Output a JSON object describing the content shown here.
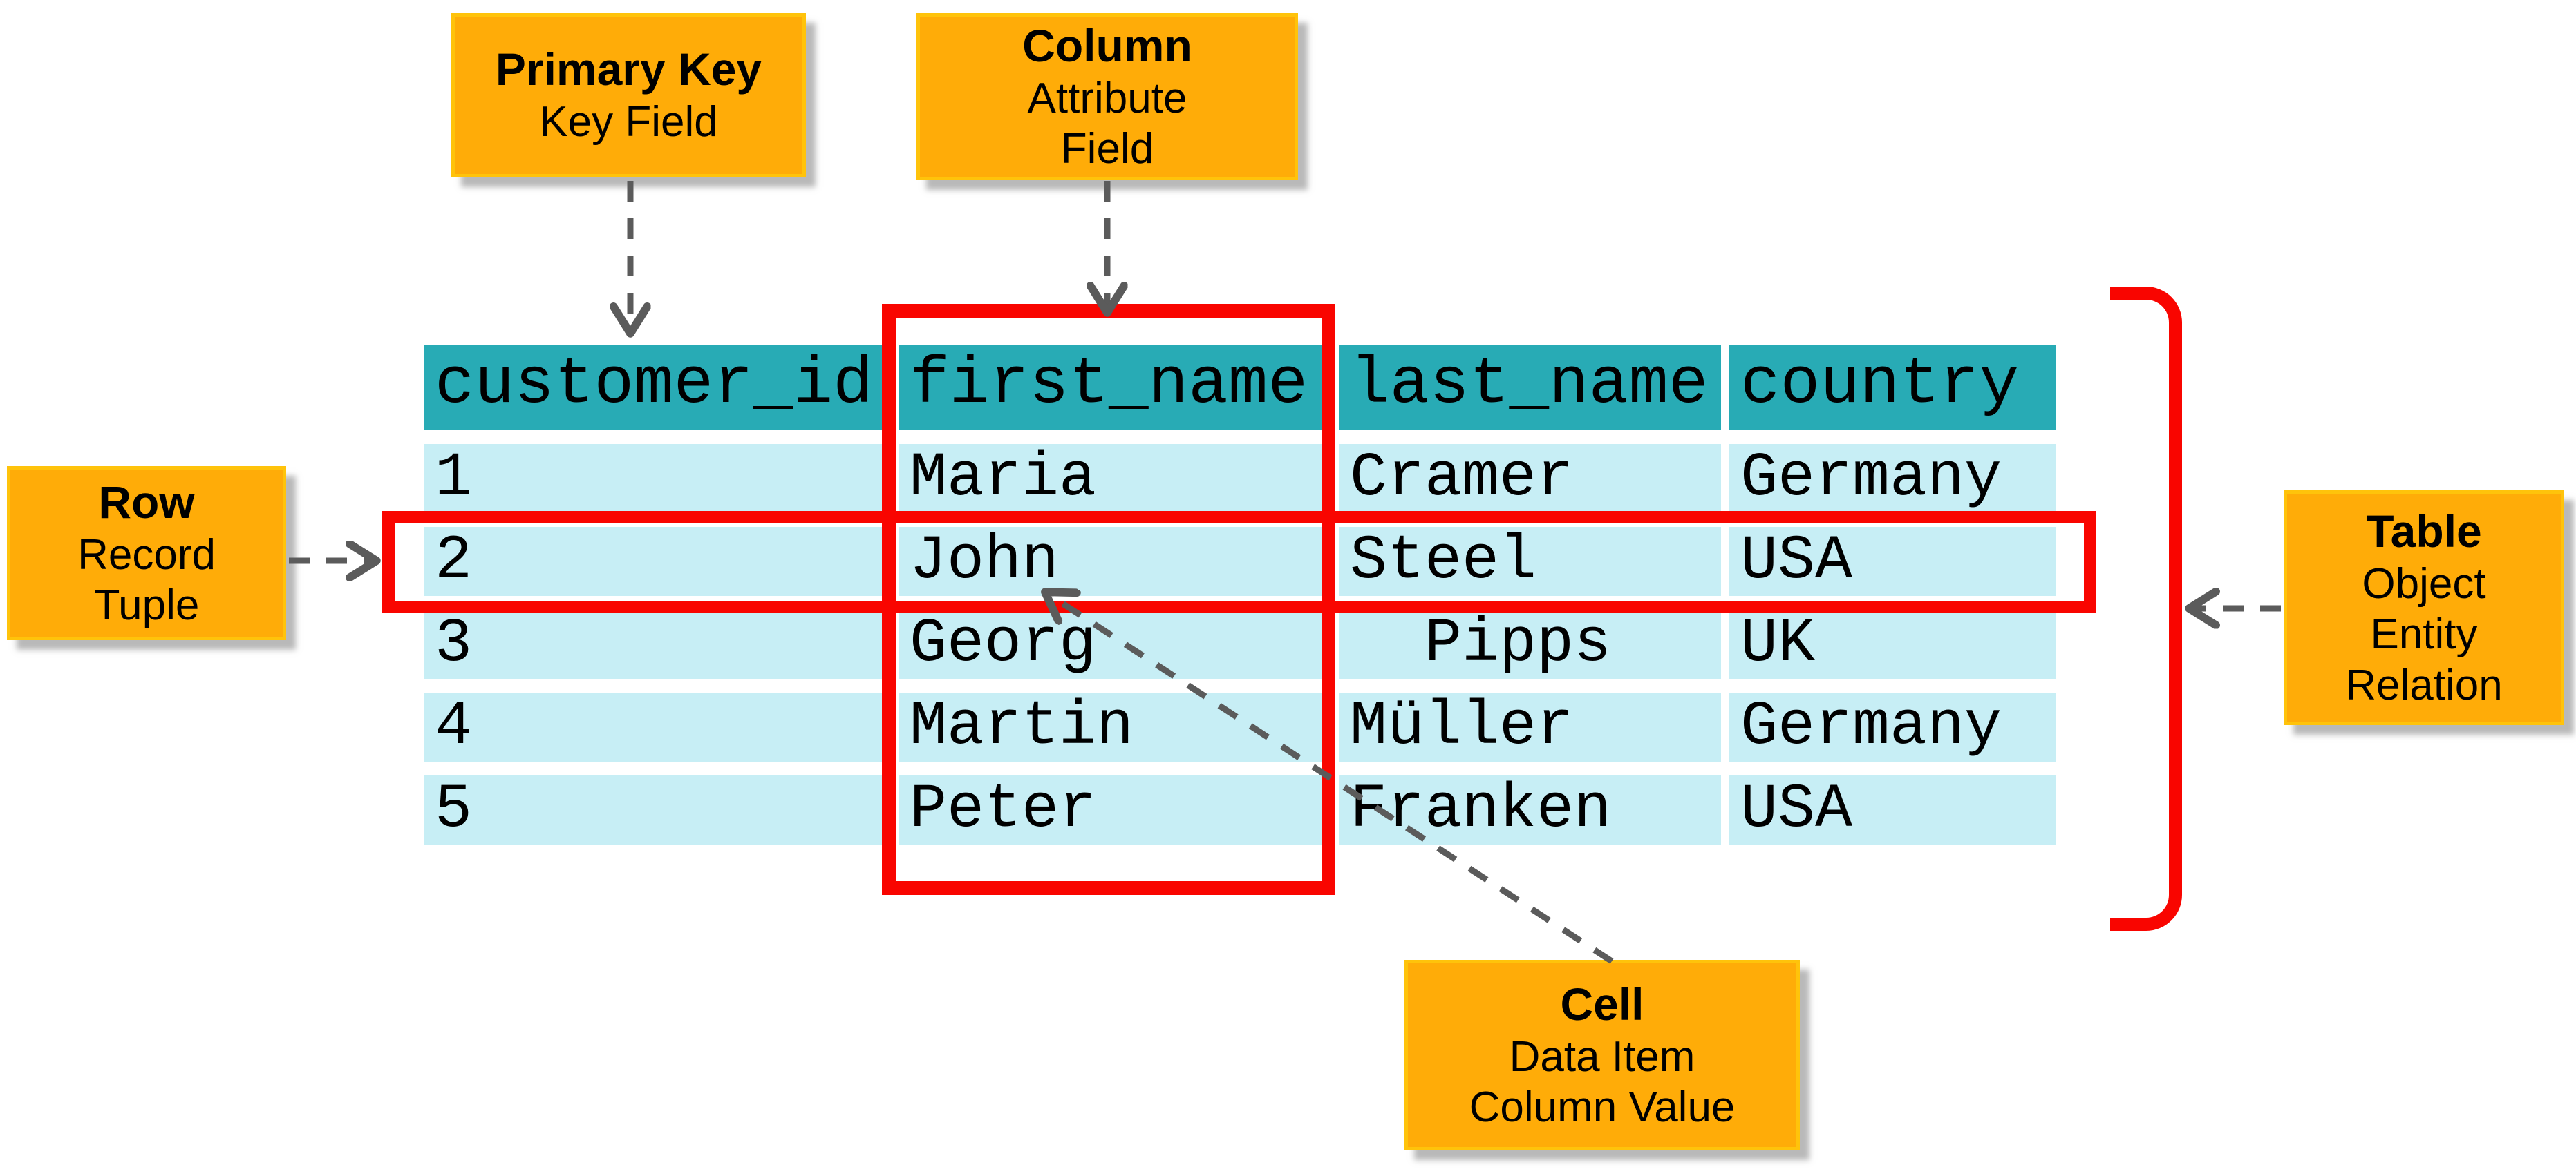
{
  "callouts": {
    "primary_key": {
      "title": "Primary Key",
      "lines": [
        "Key Field"
      ]
    },
    "column": {
      "title": "Column",
      "lines": [
        "Attribute",
        "Field"
      ]
    },
    "row": {
      "title": "Row",
      "lines": [
        "Record",
        "Tuple"
      ]
    },
    "table": {
      "title": "Table",
      "lines": [
        "Object",
        "Entity",
        "Relation"
      ]
    },
    "cell": {
      "title": "Cell",
      "lines": [
        "Data Item",
        "Column Value"
      ]
    }
  },
  "table": {
    "headers": [
      "customer_id",
      "first_name",
      "last_name",
      "country"
    ],
    "rows": [
      [
        "1",
        "Maria",
        "Cramer",
        "Germany"
      ],
      [
        "2",
        "John",
        "Steel",
        "USA"
      ],
      [
        "3",
        "Georg",
        "  Pipps",
        "UK"
      ],
      [
        "4",
        "Martin",
        "Müller",
        "Germany"
      ],
      [
        "5",
        "Peter",
        "Franken",
        "USA"
      ]
    ]
  },
  "colors": {
    "header_teal": "#28ABB5",
    "row_cyan": "#C7EEF5",
    "highlight_red": "#F90500",
    "callout_orange": "#FFAC08",
    "callout_border_orange": "#FFC30B",
    "arrow_gray": "#5B5B5B",
    "text_black": "#000000"
  }
}
